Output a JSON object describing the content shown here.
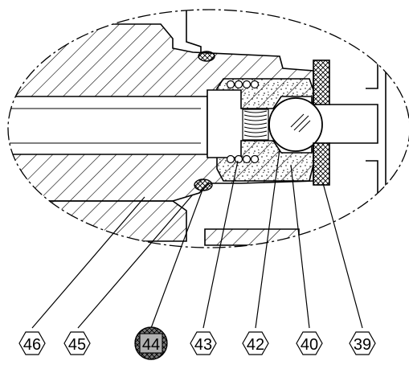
{
  "diagram": {
    "kind": "mechanical-section-detail",
    "callouts": [
      {
        "label": "46",
        "highlighted": false
      },
      {
        "label": "45",
        "highlighted": false
      },
      {
        "label": "44",
        "highlighted": true
      },
      {
        "label": "43",
        "highlighted": false
      },
      {
        "label": "42",
        "highlighted": false
      },
      {
        "label": "40",
        "highlighted": false
      },
      {
        "label": "39",
        "highlighted": false
      }
    ],
    "colors": {
      "line": "#000000",
      "background": "#ffffff",
      "highlight_fill": "#7a7a7a"
    }
  }
}
